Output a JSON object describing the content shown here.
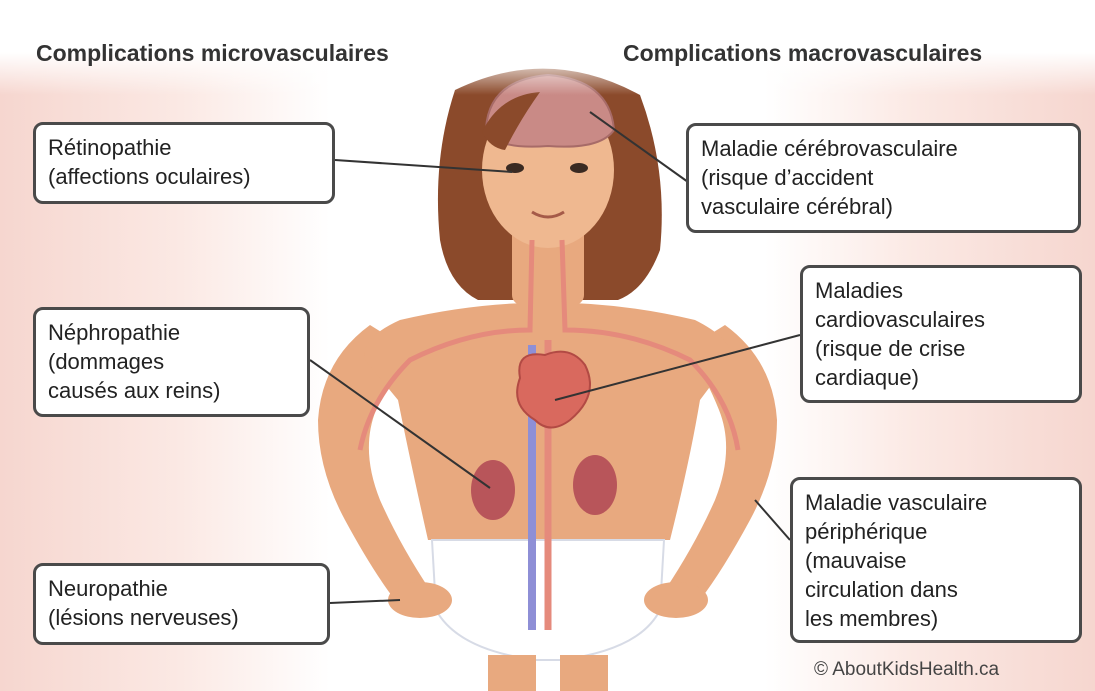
{
  "headers": {
    "micro": "Complications microvasculaires",
    "macro": "Complications macrovasculaires"
  },
  "labels": {
    "retinopathy": {
      "line1": "Rétinopathie",
      "line2": "(affections oculaires)"
    },
    "nephropathy": {
      "line1": "Néphropathie",
      "line2": "(dommages",
      "line3": "causés aux reins)"
    },
    "neuropathy": {
      "line1": "Neuropathie",
      "line2": "(lésions nerveuses)"
    },
    "cerebrovascular": {
      "line1": "Maladie cérébrovasculaire",
      "line2": "(risque d’accident",
      "line3": "vasculaire cérébral)"
    },
    "cardiovascular": {
      "line1": "Maladies",
      "line2": "cardiovasculaires",
      "line3": "(risque de crise",
      "line4": "cardiaque)"
    },
    "peripheral": {
      "line1": "Maladie vasculaire",
      "line2": "périphérique",
      "line3": "(mauvaise",
      "line4": "circulation dans",
      "line5": "les membres)"
    }
  },
  "credit": "© AboutKidsHealth.ca",
  "colors": {
    "panel": "#f6d6cf",
    "skin": "#e8a97f",
    "hair": "#8b4a2b",
    "artery": "#e58a7c",
    "vein": "#8e8fd6",
    "kidney": "#b8555a",
    "border": "#4a4a4a"
  }
}
